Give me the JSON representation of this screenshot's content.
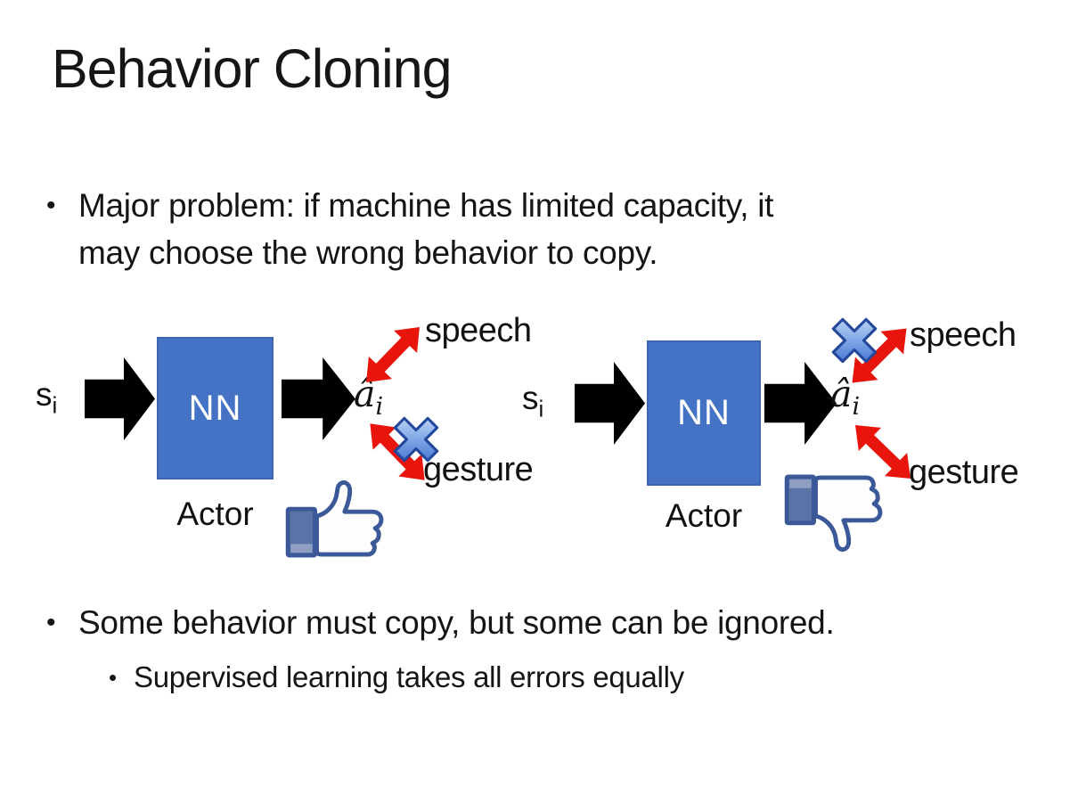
{
  "slide": {
    "title": "Behavior Cloning",
    "bullet_char": "•",
    "bullet1": {
      "line1": "Major problem: if machine has limited capacity, it",
      "line2": "may choose the wrong behavior to copy."
    },
    "bullet2": {
      "text": "Some behavior must copy, but some can be ignored."
    },
    "bullet2_sub": {
      "text": "Supervised learning takes all errors equally"
    }
  },
  "diagrams": {
    "left": {
      "input_label": "s",
      "input_sub": "i",
      "box_label": "NN",
      "box_caption": "Actor",
      "output_label": "â",
      "output_sub": "i",
      "speech_label": "speech",
      "gesture_label": "gesture",
      "crossed_branch": "gesture",
      "feedback_icon": "thumbs-up"
    },
    "right": {
      "input_label": "s",
      "input_sub": "i",
      "box_label": "NN",
      "box_caption": "Actor",
      "output_label": "â",
      "output_sub": "i",
      "speech_label": "speech",
      "gesture_label": "gesture",
      "crossed_branch": "speech",
      "feedback_icon": "thumbs-down"
    }
  },
  "colors": {
    "box_fill": "#4472C4",
    "box_border": "#3D66AE",
    "arrow_black": "#000000",
    "arrow_red": "#E8150C",
    "cross_light": "#D8E7F9",
    "cross_mid": "#7FA7E6",
    "cross_dark": "#2E62C8",
    "cross_border": "#24489B",
    "thumb_outline": "#3B5998",
    "thumb_cuff": "#5B74A8",
    "thumb_cuff_light": "#8E9FC1",
    "hand_fill": "#FDFDFE",
    "hand_shade": "#E6E9F0",
    "text": "#151515"
  }
}
